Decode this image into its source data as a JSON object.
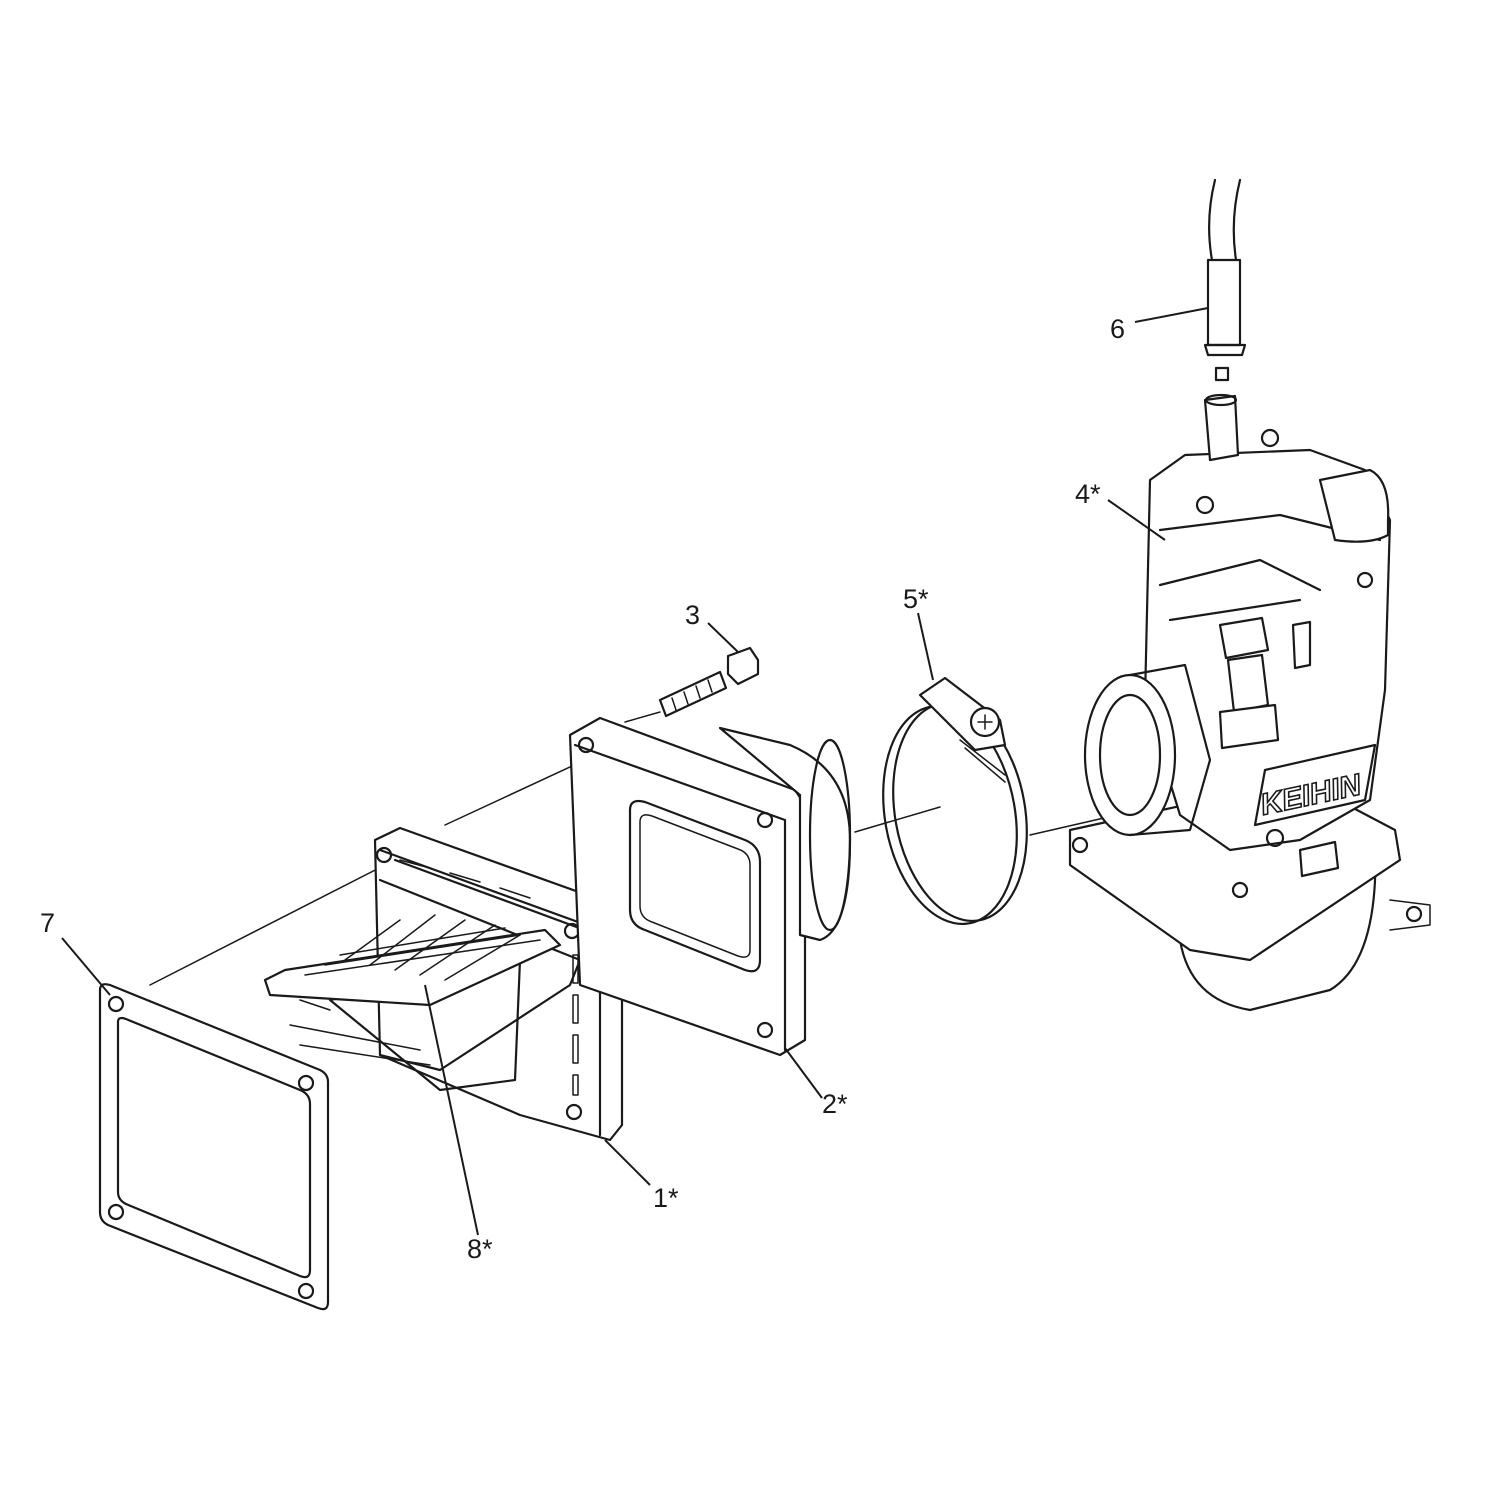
{
  "diagram": {
    "callouts": [
      {
        "id": "1",
        "label": "1*"
      },
      {
        "id": "2",
        "label": "2*"
      },
      {
        "id": "3",
        "label": "3"
      },
      {
        "id": "4",
        "label": "4*"
      },
      {
        "id": "5",
        "label": "5*"
      },
      {
        "id": "6",
        "label": "6"
      },
      {
        "id": "7",
        "label": "7"
      },
      {
        "id": "8",
        "label": "8*"
      }
    ],
    "carburetor_brand": "KEIHIN"
  }
}
